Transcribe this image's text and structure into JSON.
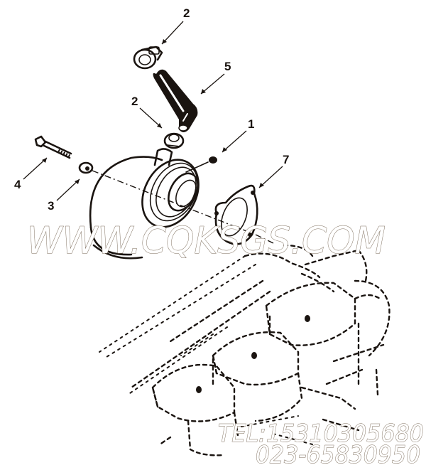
{
  "diagram": {
    "type": "exploded-parts-view",
    "background": "#ffffff",
    "line_color": "#1a1410",
    "callouts": [
      {
        "id": "callout-2-top",
        "label": "2",
        "part": "hose clamp (upper)"
      },
      {
        "id": "callout-5",
        "label": "5",
        "part": "elbow hose"
      },
      {
        "id": "callout-2-mid",
        "label": "2",
        "part": "hose clamp (lower)"
      },
      {
        "id": "callout-1",
        "label": "1",
        "part": "plug"
      },
      {
        "id": "callout-4",
        "label": "4",
        "part": "capscrew"
      },
      {
        "id": "callout-3",
        "label": "3",
        "part": "washer"
      },
      {
        "id": "callout-7",
        "label": "7",
        "part": "gasket"
      }
    ]
  },
  "watermarks": {
    "website": "WWW.CQKSGS.COM",
    "tel": "TEL:15310305680",
    "phone": "023-65830950",
    "color": "#7a6a58"
  }
}
